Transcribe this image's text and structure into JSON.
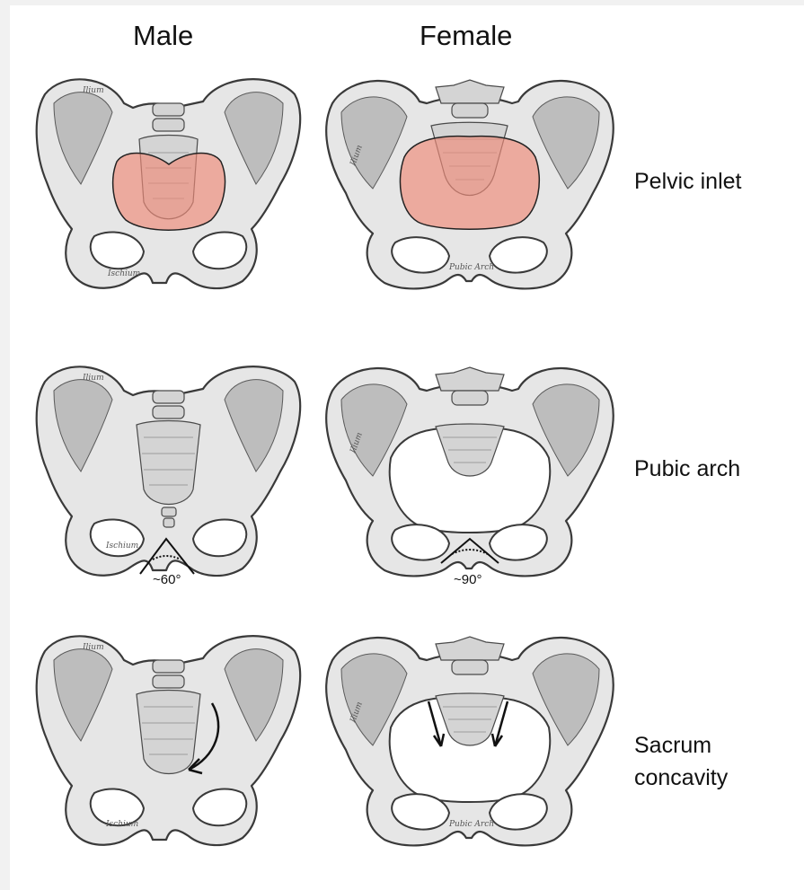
{
  "columns": {
    "male": "Male",
    "female": "Female"
  },
  "rows": {
    "pelvic_inlet": "Pelvic inlet",
    "pubic_arch": "Pubic arch",
    "sacrum_concavity_line1": "Sacrum",
    "sacrum_concavity_line2": "concavity"
  },
  "angles": {
    "male": "~60°",
    "female": "~90°"
  },
  "bone_labels": {
    "ilium": "Ilium",
    "ischium": "Ischium",
    "pubic_arch": "Pubic Arch"
  },
  "colors": {
    "inlet_highlight": "#f08b78",
    "bone": "#e6e6e6"
  }
}
